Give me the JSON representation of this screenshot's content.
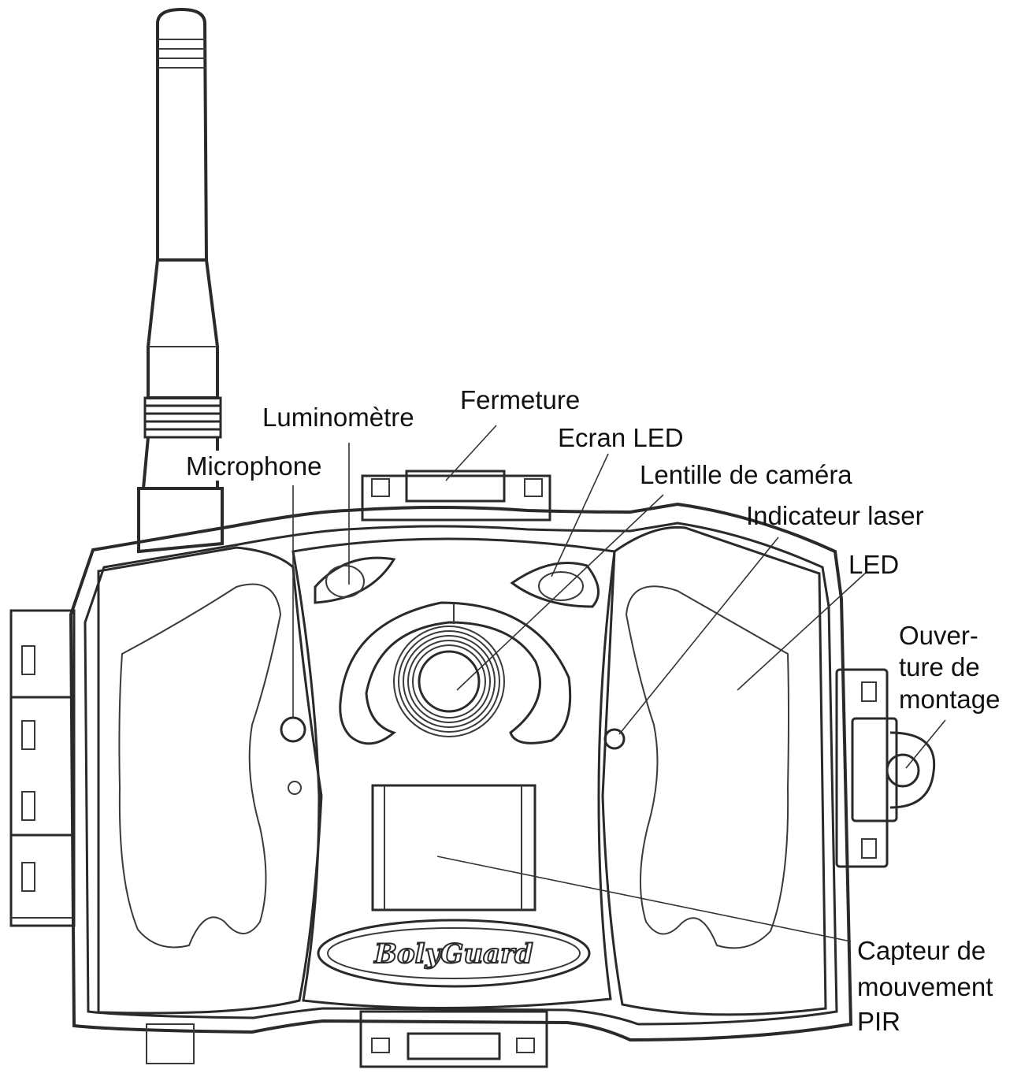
{
  "labels": {
    "fermeture": "Fermeture",
    "luminometre": "Luminomètre",
    "ecran_led": "Ecran LED",
    "microphone": "Microphone",
    "lentille": "Lentille de caméra",
    "indicateur_laser": "Indicateur laser",
    "led": "LED",
    "ouverture_l1": "Ouver-",
    "ouverture_l2": "ture de",
    "ouverture_l3": "montage",
    "capteur_l1": "Capteur de",
    "capteur_l2": "mouvement",
    "capteur_l3": "PIR"
  },
  "logo": {
    "text": "BolyGuard"
  },
  "colors": {
    "line": "#2a2a2a",
    "text": "#111111",
    "background": "#ffffff"
  }
}
